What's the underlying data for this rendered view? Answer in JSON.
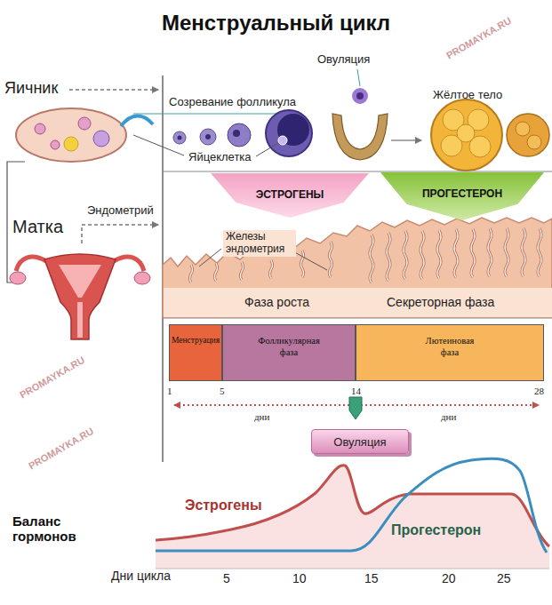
{
  "diagram": {
    "title": "Менструальный цикл",
    "nodes": [
      {
        "text": [
          "ЭСТРОГЕНЫ"
        ]
      },
      {
        "text": [
          "ПРОГЕСТЕРОН"
        ]
      },
      {
        "text": [
          "Менструация"
        ]
      },
      {
        "text": [
          "Фолликулярная фаза"
        ]
      },
      {
        "text": [
          "Лютеиновая фаза"
        ]
      },
      {
        "text": [
          "Овуляция"
        ]
      }
    ],
    "labels": [
      "Яичник",
      "Овуляция",
      "Созревание фолликула",
      "Жёлтое тело",
      "Яйцеклетка",
      "Матка",
      "Эндометрий",
      "Железы эндометрия",
      "Фаза роста",
      "Секреторная фаза",
      "1",
      "5",
      "14",
      "28",
      "дни",
      "дни",
      "Баланс гормонов",
      "Эстрогены",
      "Прогестерон",
      "Дни цикла",
      "5",
      "10",
      "15",
      "20",
      "25",
      "PROMAYKA.RU",
      "PROMAYKA.RU",
      "PROMAYKA.RU"
    ]
  }
}
